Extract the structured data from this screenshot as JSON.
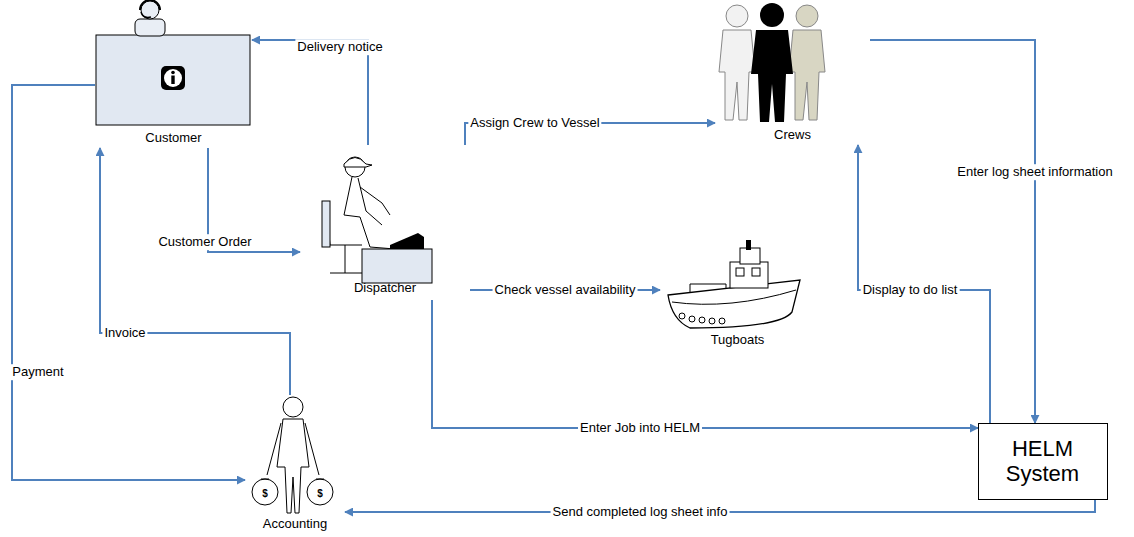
{
  "diagram": {
    "nodes": [
      {
        "text": [
          "Customer"
        ]
      },
      {
        "text": [
          "Dispatcher"
        ]
      },
      {
        "text": [
          "Crews"
        ]
      },
      {
        "text": [
          "Tugboats"
        ]
      },
      {
        "text": [
          "HELM System"
        ]
      },
      {
        "text": [
          "Accounting"
        ]
      }
    ],
    "edges": [
      {
        "from": 1,
        "to": 0,
        "label": "Delivery notice",
        "arrow": "to"
      },
      {
        "from": 0,
        "to": 1,
        "label": "Customer Order",
        "arrow": "to"
      },
      {
        "from": 1,
        "to": 2,
        "label": "Assign Crew to Vessel",
        "arrow": "to"
      },
      {
        "from": 1,
        "to": 3,
        "label": "Check vessel availability",
        "arrow": "to"
      },
      {
        "from": 1,
        "to": 4,
        "label": "Enter Job into HELM",
        "arrow": "to"
      },
      {
        "from": 2,
        "to": 4,
        "label": "Enter log sheet information",
        "arrow": "to"
      },
      {
        "from": 4,
        "to": 2,
        "label": "Display to do list",
        "arrow": "to"
      },
      {
        "from": 4,
        "to": 5,
        "label": "Send completed log sheet info",
        "arrow": "to"
      },
      {
        "from": 5,
        "to": 0,
        "label": "Invoice",
        "arrow": "to"
      },
      {
        "from": 0,
        "to": 5,
        "label": "Payment",
        "arrow": "to"
      }
    ],
    "labels": [
      "$",
      "$"
    ]
  }
}
